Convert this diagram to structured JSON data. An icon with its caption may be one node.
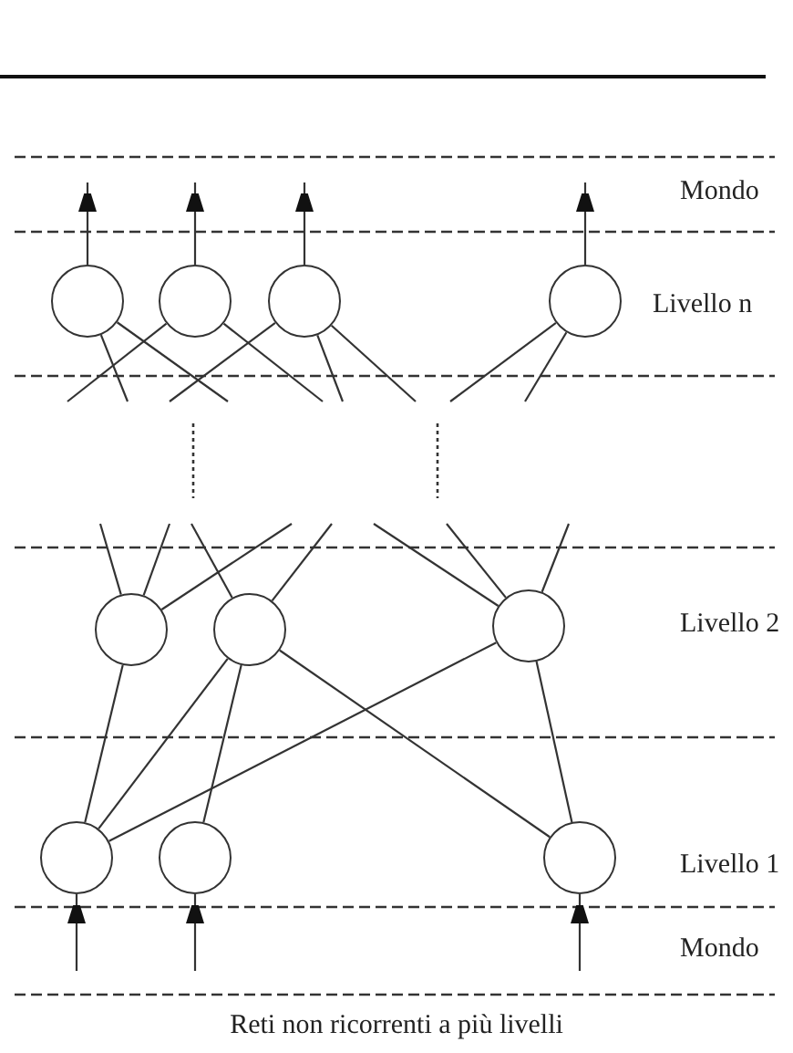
{
  "diagram": {
    "caption": "Reti non ricorrenti a più livelli",
    "nodes": [
      {
        "text": [],
        "shape": "circle"
      },
      {
        "text": [],
        "shape": "circle"
      },
      {
        "text": [],
        "shape": "circle"
      },
      {
        "text": [],
        "shape": "circle"
      },
      {
        "text": [],
        "shape": "circle"
      },
      {
        "text": [],
        "shape": "circle"
      },
      {
        "text": [],
        "shape": "circle"
      },
      {
        "text": [],
        "shape": "circle"
      },
      {
        "text": [],
        "shape": "circle"
      },
      {
        "text": [],
        "shape": "circle"
      }
    ],
    "edges": [
      {
        "from": 0,
        "to": null,
        "arrow": "to"
      },
      {
        "from": 1,
        "to": null,
        "arrow": "to"
      },
      {
        "from": 2,
        "to": null,
        "arrow": "to"
      },
      {
        "from": 3,
        "to": null,
        "arrow": "to"
      },
      {
        "from": 0,
        "to": null,
        "arrow": "none"
      },
      {
        "from": 0,
        "to": null,
        "arrow": "none"
      },
      {
        "from": 1,
        "to": null,
        "arrow": "none"
      },
      {
        "from": 1,
        "to": null,
        "arrow": "none"
      },
      {
        "from": 2,
        "to": null,
        "arrow": "none"
      },
      {
        "from": 2,
        "to": null,
        "arrow": "none"
      },
      {
        "from": 2,
        "to": null,
        "arrow": "none"
      },
      {
        "from": 3,
        "to": null,
        "arrow": "none"
      },
      {
        "from": 3,
        "to": null,
        "arrow": "none"
      },
      {
        "from": 4,
        "to": null,
        "arrow": "none"
      },
      {
        "from": 4,
        "to": null,
        "arrow": "none"
      },
      {
        "from": 4,
        "to": null,
        "arrow": "none"
      },
      {
        "from": 5,
        "to": null,
        "arrow": "none"
      },
      {
        "from": 5,
        "to": null,
        "arrow": "none"
      },
      {
        "from": 6,
        "to": null,
        "arrow": "none"
      },
      {
        "from": 6,
        "to": null,
        "arrow": "none"
      },
      {
        "from": 6,
        "to": null,
        "arrow": "none"
      },
      {
        "from": 4,
        "to": 7,
        "arrow": "none"
      },
      {
        "from": 5,
        "to": 7,
        "arrow": "none"
      },
      {
        "from": 6,
        "to": 7,
        "arrow": "none"
      },
      {
        "from": 5,
        "to": 8,
        "arrow": "none"
      },
      {
        "from": 5,
        "to": 9,
        "arrow": "none"
      },
      {
        "from": 6,
        "to": 9,
        "arrow": "none"
      },
      {
        "from": null,
        "to": 7,
        "arrow": "to"
      },
      {
        "from": null,
        "to": 8,
        "arrow": "to"
      },
      {
        "from": null,
        "to": 9,
        "arrow": "to"
      }
    ],
    "labels": [
      "Mondo",
      "Livello n",
      "Livello 2",
      "Livello 1",
      "Mondo"
    ]
  }
}
